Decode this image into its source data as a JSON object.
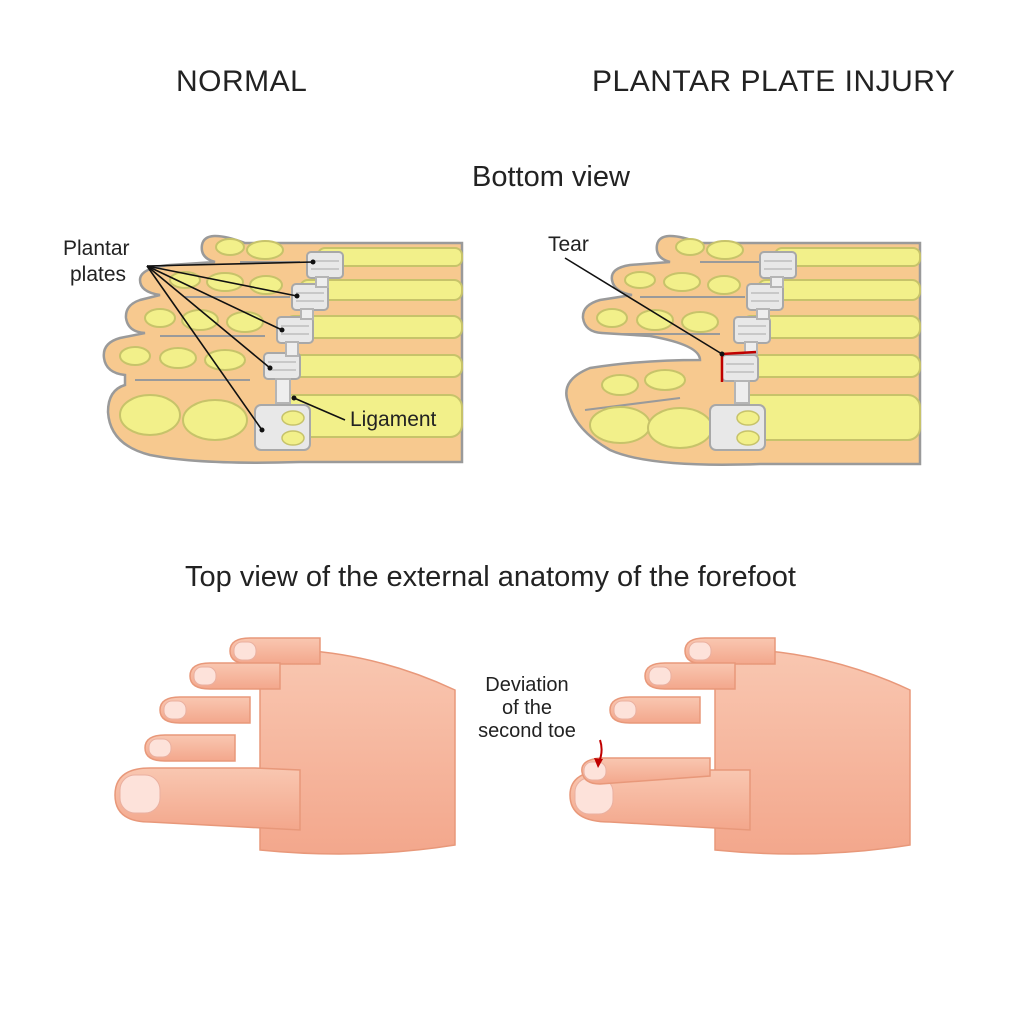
{
  "headings": {
    "normal": "NORMAL",
    "injury": "PLANTAR PLATE INJURY",
    "bottom_view": "Bottom view",
    "top_view": "Top view of the external anatomy of the forefoot"
  },
  "labels": {
    "plantar_plates_line1": "Plantar",
    "plantar_plates_line2": "plates",
    "ligament": "Ligament",
    "tear": "Tear",
    "deviation": "Deviation\nof the\nsecond toe"
  },
  "colors": {
    "skin_outline": "#e9a46c",
    "fat_pad": "#f7c98f",
    "bone": "#f2f08a",
    "bone_outline": "#c7c36a",
    "plate": "#e8e8e8",
    "tear": "#c00000",
    "external_skin": "#f7b9a0",
    "nail": "#fde2da"
  }
}
